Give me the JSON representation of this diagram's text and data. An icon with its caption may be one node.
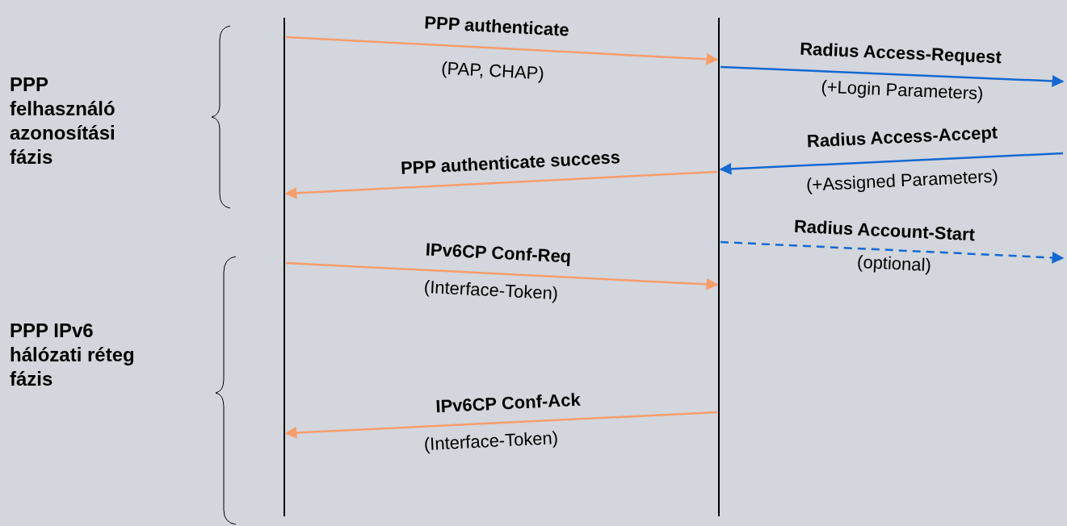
{
  "diagram": {
    "nodes": [
      {
        "text": [],
        "shape": "bar"
      },
      {
        "text": [],
        "shape": "bar"
      }
    ],
    "edges": [
      {
        "from": 0,
        "to": 1,
        "arrow": "to",
        "label": "PPP authenticate"
      },
      {
        "from": 1,
        "to": null,
        "arrow": "to",
        "label": "Radius Access-Request",
        "color": "#1469d2"
      },
      {
        "from": null,
        "to": 1,
        "arrow": "to",
        "label": "Radius Access-Accept",
        "color": "#1469d2"
      },
      {
        "from": 1,
        "to": 0,
        "arrow": "to",
        "label": "PPP authenticate success"
      },
      {
        "from": 1,
        "to": null,
        "arrow": "to",
        "label": "Radius Account-Start",
        "style": "dashed",
        "color": "#1469d2"
      },
      {
        "from": 0,
        "to": 1,
        "arrow": "to",
        "label": "IPv6CP Conf-Req"
      },
      {
        "from": 1,
        "to": 0,
        "arrow": "to",
        "label": "IPv6CP Conf-Ack"
      }
    ],
    "labels": [
      "PPP felhasználó azonosítási fázis",
      "PPP IPv6 hálózati réteg fázis",
      "(PAP, CHAP)",
      "(+Login Parameters)",
      "(+Assigned Parameters)",
      "(optional)",
      "(Interface-Token)",
      "(Interface-Token)"
    ]
  }
}
